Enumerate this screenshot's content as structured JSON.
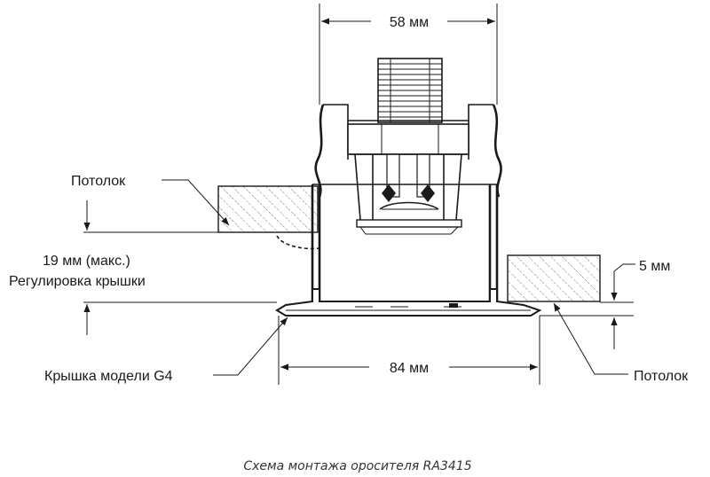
{
  "labels": {
    "width_top": "58 мм",
    "ceiling_left": "Потолок",
    "adjust_line1": "19 мм (макс.)",
    "adjust_line2": "Регулировка крышки",
    "offset_right": "5 мм",
    "cover_model": "Крышка модели G4",
    "width_bottom": "84 мм",
    "ceiling_right": "Потолок"
  },
  "caption": "Схема монтажа оросителя RA3415",
  "colors": {
    "line": "#1a1a1a",
    "hatch": "#555555",
    "caption": "#333333"
  }
}
